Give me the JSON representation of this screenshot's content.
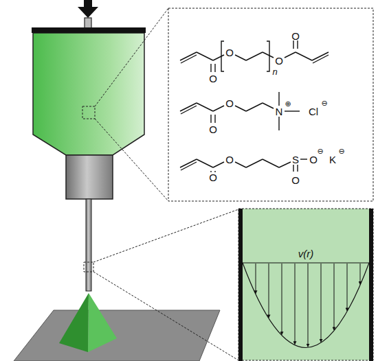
{
  "diagram": {
    "labels": [
      "O",
      "O",
      "n",
      "O",
      "O",
      "O",
      "O",
      "N",
      "⊕",
      "Cl",
      "⊖",
      "O",
      "O",
      "S",
      "O",
      "O",
      "⊖",
      "K",
      "⊖",
      "v(r)"
    ]
  }
}
